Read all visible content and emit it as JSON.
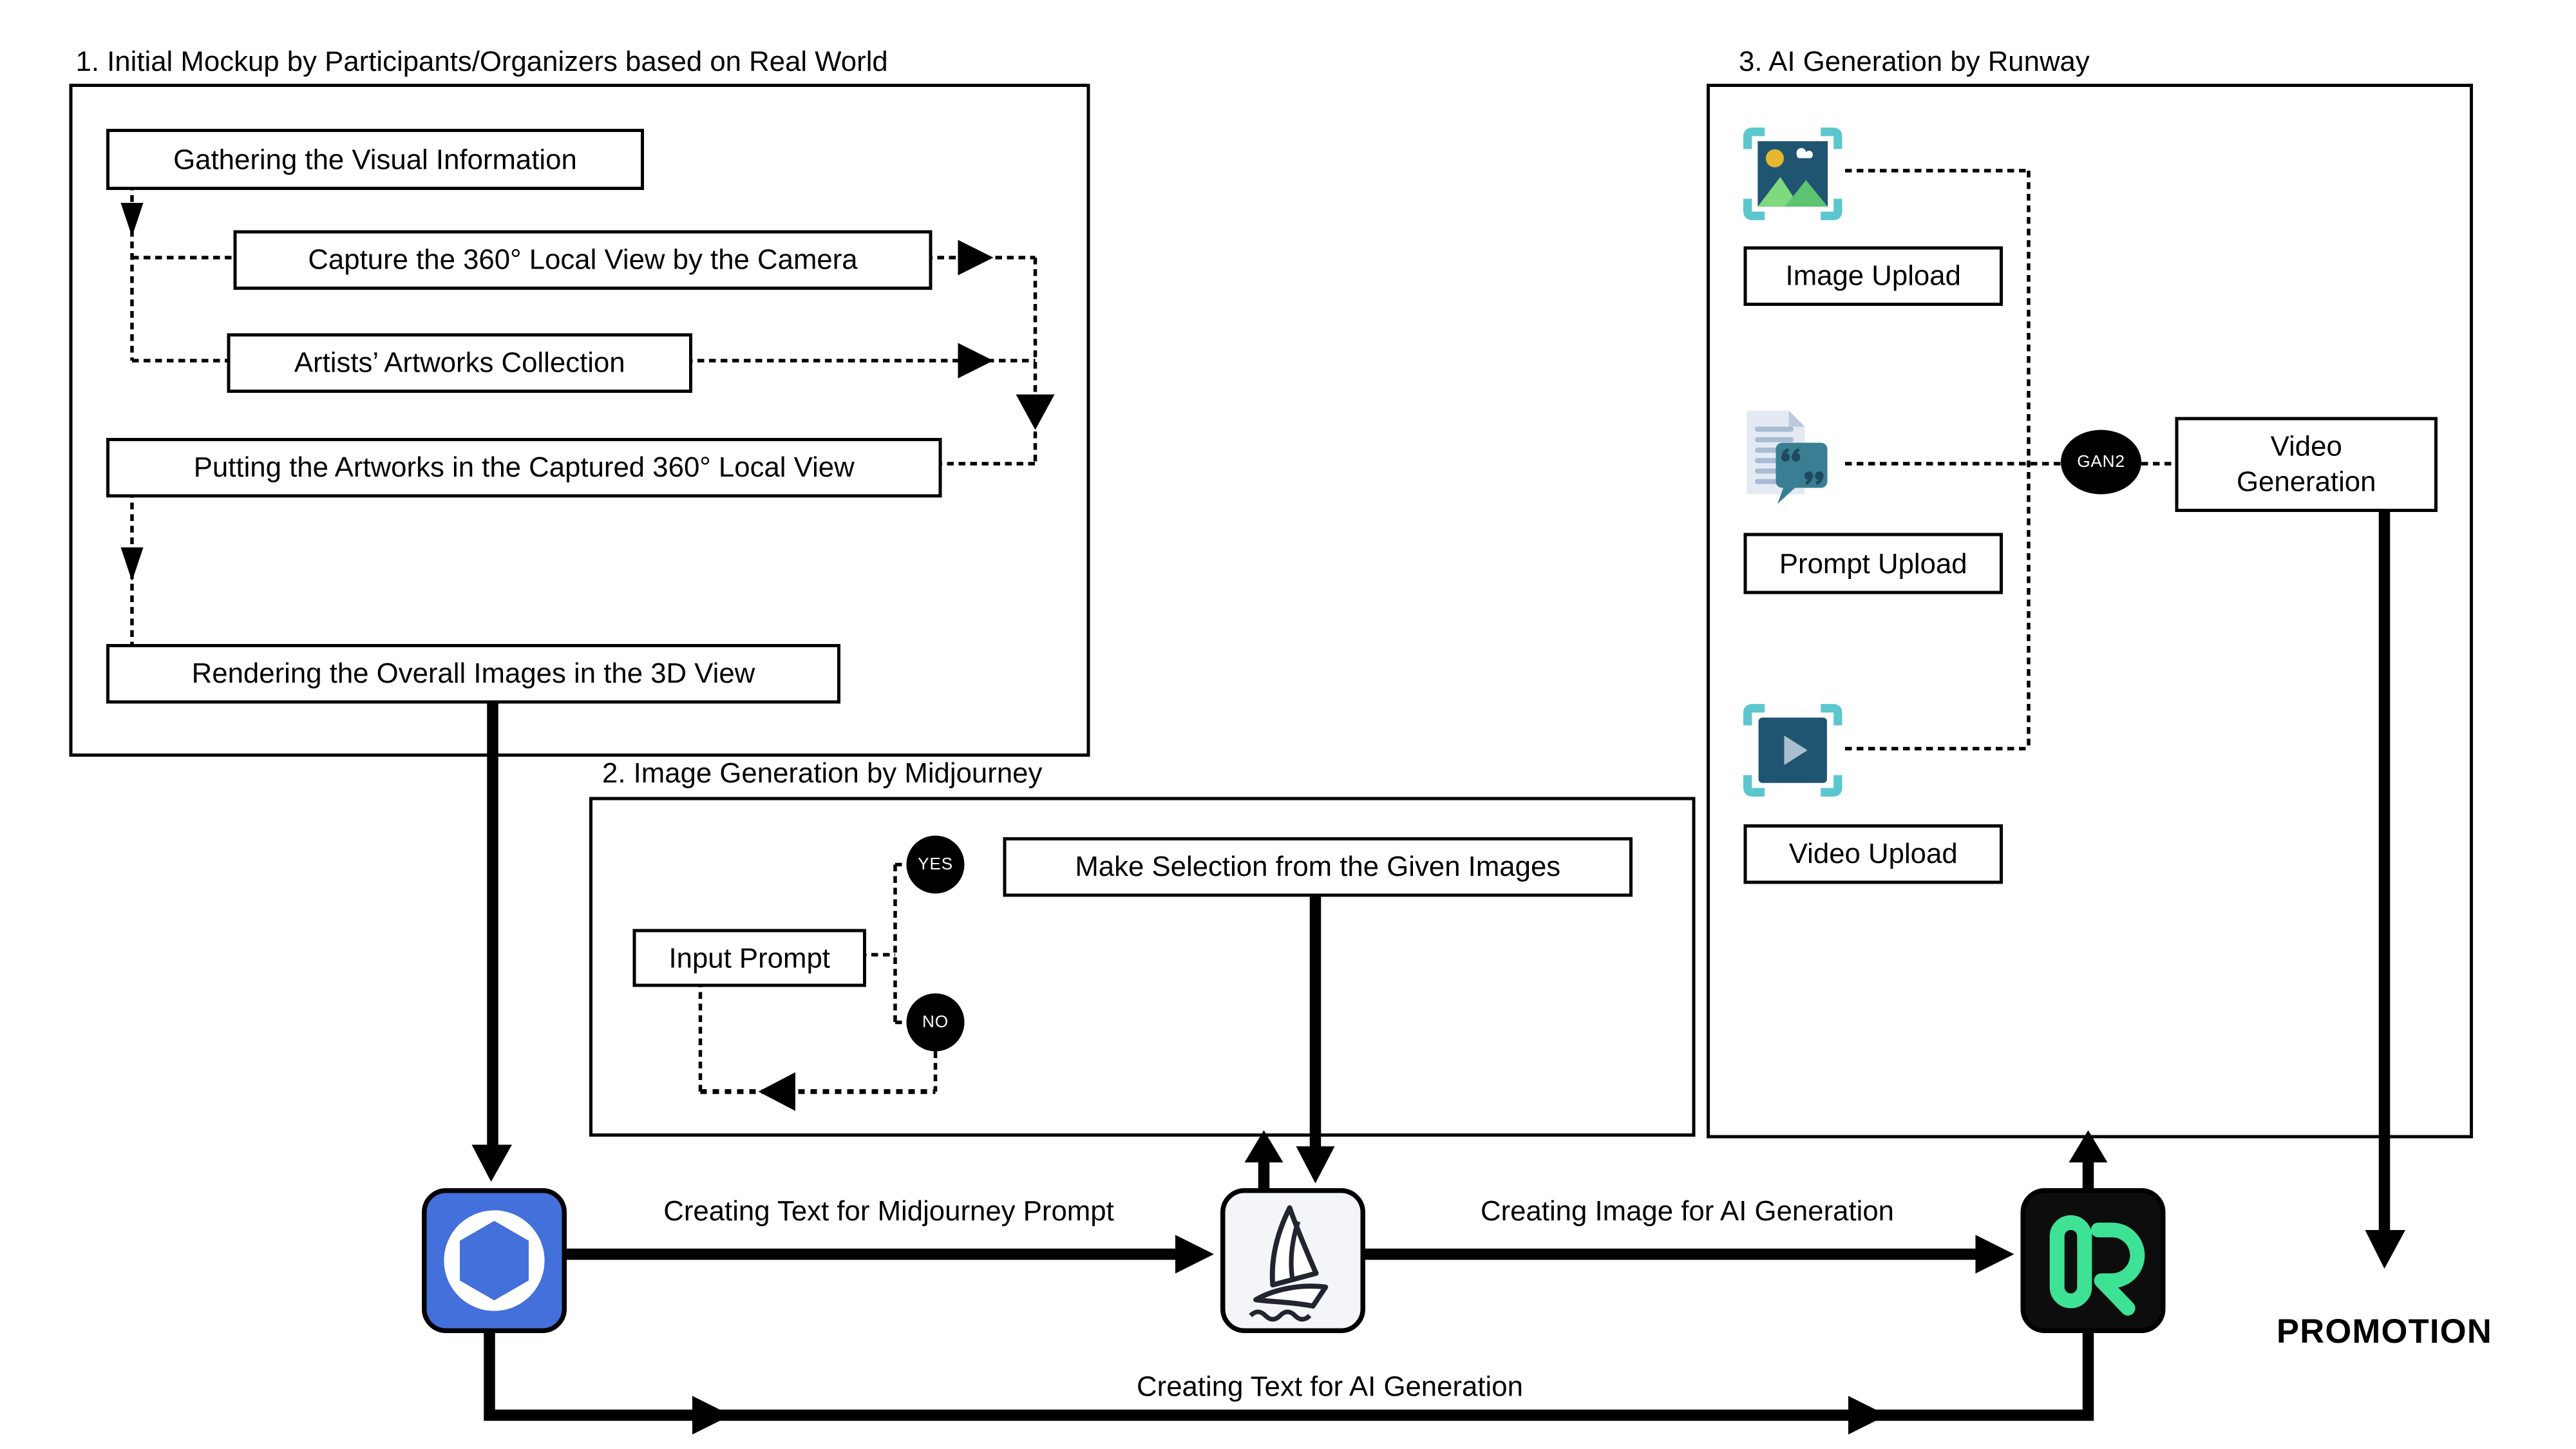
{
  "colors": {
    "openai_blue": "#4470DB",
    "runway_green": "#3EE294",
    "runway_black": "#0D0D0D",
    "frame_teal": "#5BC6CD",
    "media_navy": "#1F5570",
    "sun_yellow": "#E8B730",
    "mountain_light": "#7FD97F",
    "mountain_dark": "#5CC470",
    "doc_fill": "#E4EAF4",
    "doc_fold": "#BCCADF",
    "doc_lines": "#A9BCD4",
    "bubble_teal": "#397E93",
    "quote_navy": "#1D4A5E",
    "play_gray": "#A9BFD0",
    "line_black": "#000000"
  },
  "section1": {
    "title": "1. Initial Mockup by Participants/Organizers based on Real World",
    "gathering": "Gathering the Visual Information",
    "capture": "Capture the 360° Local View by the Camera",
    "artists": "Artists’ Artworks Collection",
    "putting": "Putting the Artworks in the Captured 360° Local View",
    "rendering": "Rendering the Overall Images in the 3D View"
  },
  "section2": {
    "title": "2. Image Generation by Midjourney",
    "input_prompt": "Input Prompt",
    "yes": "YES",
    "no": "NO",
    "make_selection": "Make Selection from the Given Images"
  },
  "section3": {
    "title": "3. AI Generation by Runway",
    "image_upload": "Image Upload",
    "prompt_upload": "Prompt Upload",
    "video_upload": "Video Upload",
    "gan2": "GAN2",
    "video_generation": "Video\nGeneration"
  },
  "flow": {
    "creating_text_midjourney": "Creating Text for Midjourney Prompt",
    "creating_image_ai": "Creating Image for AI Generation",
    "creating_text_ai": "Creating Text for AI Generation",
    "promotion": "PROMOTION"
  },
  "icons": {
    "openai": "openai-logo",
    "midjourney": "sailboat",
    "runway": "runway-r",
    "image_upload": "framed-picture",
    "prompt_upload": "document-chat",
    "video_upload": "framed-play"
  }
}
